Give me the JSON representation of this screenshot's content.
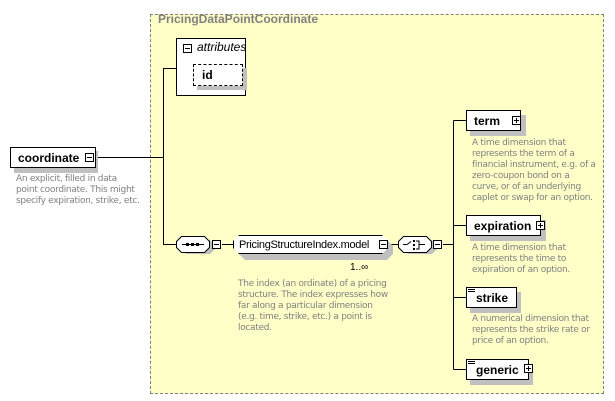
{
  "diagram": {
    "group_title": "PricingDataPointCoordinate",
    "root": {
      "name": "coordinate",
      "description_lines": [
        "An explicit, filled in data",
        "point coordinate. This might",
        "specify expiration, strike, etc."
      ],
      "toggle": "collapse"
    },
    "attributes": {
      "label": "attributes",
      "toggle": "collapse",
      "items": [
        "id"
      ]
    },
    "sequence": {
      "icon": "sequence-icon",
      "toggle": "collapse"
    },
    "model_group": {
      "name": "PricingStructureIndex.model",
      "multiplicity": "1..∞",
      "toggle": "collapse",
      "description_lines": [
        "The index (an ordinate) of a pricing",
        "structure. The index expresses how",
        "far along a particular dimension",
        "(e.g. time, strike, etc.) a point is",
        "located."
      ]
    },
    "choice": {
      "icon": "choice-icon",
      "toggle": "collapse"
    },
    "children": [
      {
        "name": "term",
        "toggle": "expand",
        "has_doc_icon": false,
        "description_lines": [
          "A time dimension that",
          "represents the term of a",
          "financial instrument, e.g. of a",
          "zero-coupon bond on a",
          "curve, or of an underlying",
          "caplet or swap for an option."
        ]
      },
      {
        "name": "expiration",
        "toggle": "expand",
        "has_doc_icon": false,
        "description_lines": [
          "A time dimension that",
          "represents the time to",
          "expiration of an option."
        ]
      },
      {
        "name": "strike",
        "toggle": "none",
        "has_doc_icon": true,
        "description_lines": [
          "A numerical dimension that",
          "represents the strike rate or",
          "price of an option."
        ]
      },
      {
        "name": "generic",
        "toggle": "expand",
        "has_doc_icon": true,
        "description_lines": []
      }
    ],
    "colors": {
      "panel_bg": "#ffffc8",
      "panel_border": "#808080",
      "description": "#808080",
      "shadow": "#c0c0c0"
    }
  }
}
